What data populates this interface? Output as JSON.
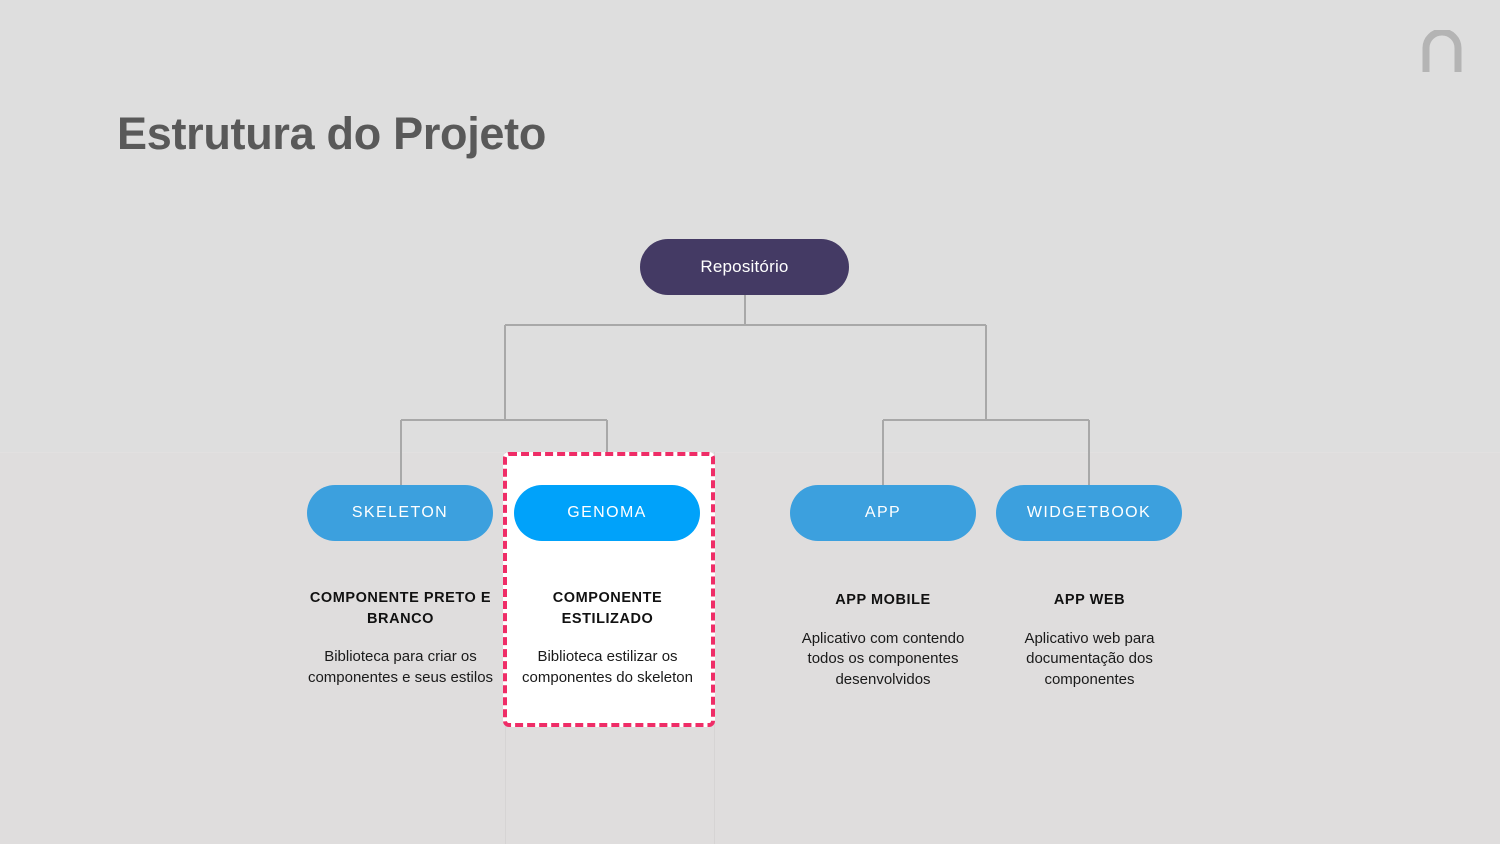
{
  "slide": {
    "title": "Estrutura do Projeto",
    "logo_icon": "arch-n-logo-icon",
    "background_color": "#dedede"
  },
  "colors": {
    "root_node": "#443a64",
    "leaf_node": "#3ca0de",
    "highlighted_node": "#00a2fa",
    "highlight_border": "#ef2d67",
    "title_text": "#595959",
    "connector_line": "#a8a8a8"
  },
  "chart_data": {
    "type": "tree",
    "root": {
      "label": "Repositório"
    },
    "nodes": [
      {
        "id": "skeleton",
        "label": "SKELETON",
        "heading": "COMPONENTE PRETO E BRANCO",
        "description": "Biblioteca para criar os componentes e seus estilos",
        "highlighted": false,
        "color": "#3ca0de"
      },
      {
        "id": "genoma",
        "label": "GENOMA",
        "heading": "COMPONENTE ESTILIZADO",
        "description": "Biblioteca estilizar os componentes do skeleton",
        "highlighted": true,
        "color": "#00a2fa"
      },
      {
        "id": "app",
        "label": "APP",
        "heading": "APP MOBILE",
        "description": "Aplicativo com contendo todos os componentes desenvolvidos",
        "highlighted": false,
        "color": "#3ca0de"
      },
      {
        "id": "widgetbook",
        "label": "WIDGETBOOK",
        "heading": "APP WEB",
        "description": "Aplicativo web para documentação dos componentes",
        "highlighted": false,
        "color": "#3ca0de"
      }
    ],
    "groups": [
      {
        "name": "left-branch",
        "children": [
          "skeleton",
          "genoma"
        ]
      },
      {
        "name": "right-branch",
        "children": [
          "app",
          "widgetbook"
        ]
      }
    ]
  }
}
